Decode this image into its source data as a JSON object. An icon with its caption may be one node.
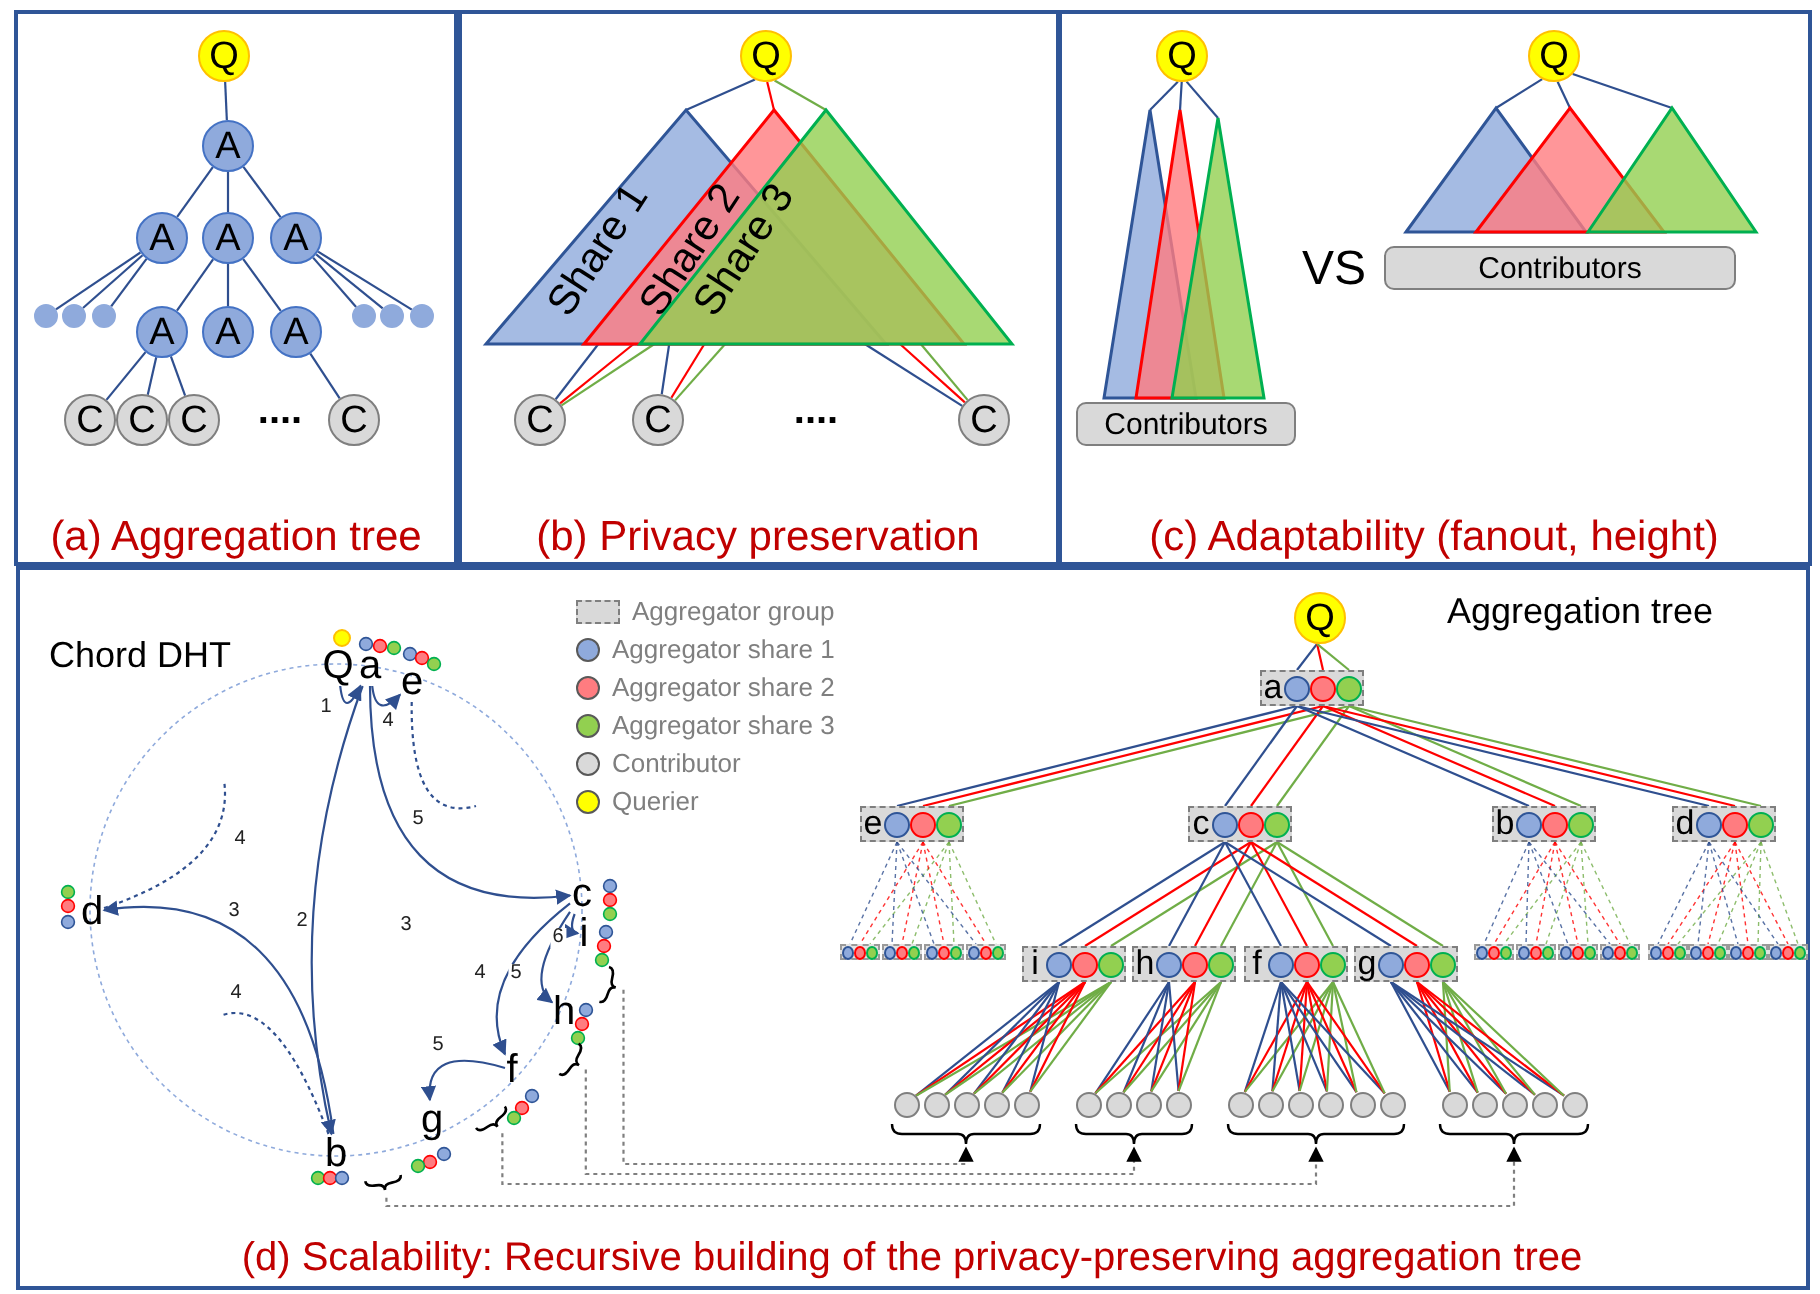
{
  "diagram": {
    "nodes": [
      {
        "text": [
          "(a) Aggregation tree"
        ]
      },
      {
        "text": [
          "(b) Privacy preservation"
        ]
      },
      {
        "text": [
          "(c) Adaptability (fanout, height)"
        ]
      },
      {
        "text": [
          "(d) Scalability: Recursive building of the privacy-preserving aggregation tree"
        ]
      },
      {
        "text": [
          "Q"
        ],
        "in": 0
      },
      {
        "text": [
          "A"
        ],
        "in": 0
      },
      {
        "text": [
          "A"
        ],
        "in": 0
      },
      {
        "text": [
          "A"
        ],
        "in": 0
      },
      {
        "text": [
          "A"
        ],
        "in": 0
      },
      {
        "text": [],
        "shape": "circle",
        "in": 0
      },
      {
        "text": [],
        "shape": "circle",
        "in": 0
      },
      {
        "text": [],
        "shape": "circle",
        "in": 0
      },
      {
        "text": [
          "A"
        ],
        "in": 0
      },
      {
        "text": [
          "A"
        ],
        "in": 0
      },
      {
        "text": [
          "A"
        ],
        "in": 0
      },
      {
        "text": [],
        "shape": "circle",
        "in": 0
      },
      {
        "text": [],
        "shape": "circle",
        "in": 0
      },
      {
        "text": [],
        "shape": "circle",
        "in": 0
      },
      {
        "text": [
          "C"
        ],
        "in": 0
      },
      {
        "text": [
          "C"
        ],
        "in": 0
      },
      {
        "text": [
          "C"
        ],
        "in": 0
      },
      {
        "text": [
          "C"
        ],
        "in": 0
      },
      {
        "text": [
          "Q"
        ],
        "in": 1
      },
      {
        "text": [
          "Share 1"
        ],
        "in": 1
      },
      {
        "text": [
          "Share 2"
        ],
        "in": 1
      },
      {
        "text": [
          "Share 3"
        ],
        "in": 1
      },
      {
        "text": [
          "C"
        ],
        "in": 1
      },
      {
        "text": [
          "C"
        ],
        "in": 1
      },
      {
        "text": [
          "C"
        ],
        "in": 1
      },
      {
        "text": [
          "Q"
        ],
        "in": 2
      },
      {
        "text": [],
        "shape": "triangle",
        "in": 2
      },
      {
        "text": [],
        "shape": "triangle",
        "in": 2
      },
      {
        "text": [],
        "shape": "triangle",
        "in": 2
      },
      {
        "text": [
          "Contributors"
        ],
        "in": 2
      },
      {
        "text": [
          "Q"
        ],
        "in": 2
      },
      {
        "text": [],
        "shape": "triangle",
        "in": 2
      },
      {
        "text": [],
        "shape": "triangle",
        "in": 2
      },
      {
        "text": [],
        "shape": "triangle",
        "in": 2
      },
      {
        "text": [
          "Contributors"
        ],
        "in": 2
      },
      {
        "text": [
          "Q"
        ],
        "in": 3
      },
      {
        "text": [
          "a"
        ],
        "in": 3
      },
      {
        "text": [
          "e"
        ],
        "in": 3
      },
      {
        "text": [
          "d"
        ],
        "in": 3
      },
      {
        "text": [
          "c"
        ],
        "in": 3
      },
      {
        "text": [
          "i"
        ],
        "in": 3
      },
      {
        "text": [
          "h"
        ],
        "in": 3
      },
      {
        "text": [
          "f"
        ],
        "in": 3
      },
      {
        "text": [
          "g"
        ],
        "in": 3
      },
      {
        "text": [
          "b"
        ],
        "in": 3
      },
      {
        "text": [
          "Q"
        ],
        "in": 3
      },
      {
        "text": [
          "a"
        ],
        "in": 3
      },
      {
        "text": [
          "e"
        ],
        "in": 3
      },
      {
        "text": [
          "c"
        ],
        "in": 3
      },
      {
        "text": [
          "b"
        ],
        "in": 3
      },
      {
        "text": [
          "d"
        ],
        "in": 3
      },
      {
        "text": [],
        "shape": "box",
        "in": 3
      },
      {
        "text": [],
        "shape": "box",
        "in": 3
      },
      {
        "text": [],
        "shape": "box",
        "in": 3
      },
      {
        "text": [],
        "shape": "box",
        "in": 3
      },
      {
        "text": [],
        "shape": "box",
        "in": 3
      },
      {
        "text": [],
        "shape": "box",
        "in": 3
      },
      {
        "text": [],
        "shape": "box",
        "in": 3
      },
      {
        "text": [],
        "shape": "box",
        "in": 3
      },
      {
        "text": [],
        "shape": "box",
        "in": 3
      },
      {
        "text": [],
        "shape": "box",
        "in": 3
      },
      {
        "text": [],
        "shape": "box",
        "in": 3
      },
      {
        "text": [],
        "shape": "box",
        "in": 3
      },
      {
        "text": [
          "i"
        ],
        "in": 3
      },
      {
        "text": [
          "h"
        ],
        "in": 3
      },
      {
        "text": [
          "f"
        ],
        "in": 3
      },
      {
        "text": [
          "g"
        ],
        "in": 3
      },
      {
        "text": [],
        "shape": "circle",
        "in": 3
      },
      {
        "text": [],
        "shape": "circle",
        "in": 3
      },
      {
        "text": [],
        "shape": "circle",
        "in": 3
      },
      {
        "text": [],
        "shape": "circle",
        "in": 3
      },
      {
        "text": [],
        "shape": "circle",
        "in": 3
      },
      {
        "text": [],
        "shape": "circle",
        "in": 3
      },
      {
        "text": [],
        "shape": "circle",
        "in": 3
      },
      {
        "text": [],
        "shape": "circle",
        "in": 3
      },
      {
        "text": [],
        "shape": "circle",
        "in": 3
      },
      {
        "text": [],
        "shape": "circle",
        "in": 3
      },
      {
        "text": [],
        "shape": "circle",
        "in": 3
      },
      {
        "text": [],
        "shape": "circle",
        "in": 3
      },
      {
        "text": [],
        "shape": "circle",
        "in": 3
      },
      {
        "text": [],
        "shape": "circle",
        "in": 3
      },
      {
        "text": [],
        "shape": "circle",
        "in": 3
      },
      {
        "text": [],
        "shape": "circle",
        "in": 3
      },
      {
        "text": [],
        "shape": "circle",
        "in": 3
      },
      {
        "text": [],
        "shape": "circle",
        "in": 3
      },
      {
        "text": [],
        "shape": "circle",
        "in": 3
      },
      {
        "text": [],
        "shape": "circle",
        "in": 3
      },
      {
        "text": [],
        "shape": "bracket",
        "in": 3
      },
      {
        "text": [],
        "shape": "bracket",
        "in": 3
      },
      {
        "text": [],
        "shape": "bracket",
        "in": 3
      },
      {
        "text": [],
        "shape": "bracket",
        "in": 3
      },
      {
        "text": [],
        "shape": "bracket",
        "in": 3
      },
      {
        "text": [],
        "shape": "bracket",
        "in": 3
      },
      {
        "text": [],
        "shape": "bracket",
        "in": 3
      },
      {
        "text": [],
        "shape": "bracket",
        "in": 3
      }
    ],
    "edges": [
      {
        "from": 4,
        "to": 5,
        "arrow": "none"
      },
      {
        "from": 5,
        "to": 6,
        "arrow": "none"
      },
      {
        "from": 5,
        "to": 7,
        "arrow": "none"
      },
      {
        "from": 5,
        "to": 8,
        "arrow": "none"
      },
      {
        "from": 6,
        "to": 9,
        "arrow": "none"
      },
      {
        "from": 6,
        "to": 10,
        "arrow": "none"
      },
      {
        "from": 6,
        "to": 11,
        "arrow": "none"
      },
      {
        "from": 7,
        "to": 12,
        "arrow": "none"
      },
      {
        "from": 7,
        "to": 13,
        "arrow": "none"
      },
      {
        "from": 7,
        "to": 14,
        "arrow": "none"
      },
      {
        "from": 8,
        "to": 15,
        "arrow": "none"
      },
      {
        "from": 8,
        "to": 16,
        "arrow": "none"
      },
      {
        "from": 8,
        "to": 17,
        "arrow": "none"
      },
      {
        "from": 12,
        "to": 18,
        "arrow": "none"
      },
      {
        "from": 12,
        "to": 19,
        "arrow": "none"
      },
      {
        "from": 12,
        "to": 20,
        "arrow": "none"
      },
      {
        "from": 14,
        "to": 21,
        "arrow": "none"
      },
      {
        "from": 22,
        "to": 23,
        "arrow": "none"
      },
      {
        "from": 22,
        "to": 24,
        "arrow": "none",
        "color": "#ff0000"
      },
      {
        "from": 22,
        "to": 25,
        "arrow": "none",
        "color": "#70ad47"
      },
      {
        "from": 23,
        "to": 26,
        "arrow": "none"
      },
      {
        "from": 24,
        "to": 26,
        "arrow": "none",
        "color": "#ff0000"
      },
      {
        "from": 25,
        "to": 26,
        "arrow": "none",
        "color": "#70ad47"
      },
      {
        "from": 23,
        "to": 27,
        "arrow": "none"
      },
      {
        "from": 24,
        "to": 27,
        "arrow": "none",
        "color": "#ff0000"
      },
      {
        "from": 25,
        "to": 27,
        "arrow": "none",
        "color": "#70ad47"
      },
      {
        "from": 23,
        "to": 28,
        "arrow": "none"
      },
      {
        "from": 24,
        "to": 28,
        "arrow": "none",
        "color": "#ff0000"
      },
      {
        "from": 25,
        "to": 28,
        "arrow": "none",
        "color": "#70ad47"
      },
      {
        "from": 29,
        "to": 30,
        "arrow": "none"
      },
      {
        "from": 29,
        "to": 31,
        "arrow": "none"
      },
      {
        "from": 29,
        "to": 32,
        "arrow": "none"
      },
      {
        "from": 34,
        "to": 35,
        "arrow": "none"
      },
      {
        "from": 34,
        "to": 36,
        "arrow": "none"
      },
      {
        "from": 34,
        "to": 37,
        "arrow": "none"
      },
      {
        "from": 39,
        "to": 40,
        "arrow": "to",
        "label": "1"
      },
      {
        "from": 40,
        "to": 41,
        "arrow": "to",
        "label": "4"
      },
      {
        "from": 40,
        "to": 48,
        "arrow": "to",
        "label": "2"
      },
      {
        "from": 40,
        "to": 43,
        "arrow": "to",
        "label": "3"
      },
      {
        "from": 48,
        "to": 42,
        "arrow": "to",
        "label": "3"
      },
      {
        "from": 43,
        "to": 46,
        "arrow": "to",
        "label": "4"
      },
      {
        "from": 43,
        "to": 45,
        "arrow": "to",
        "label": "5"
      },
      {
        "from": 43,
        "to": 44,
        "arrow": "to",
        "label": "6"
      },
      {
        "from": 46,
        "to": 47,
        "arrow": "to",
        "label": "5"
      },
      {
        "from": 41,
        "to": null,
        "arrow": "none",
        "label": "5",
        "style": "dashed"
      },
      {
        "from": 42,
        "to": null,
        "arrow": "none",
        "label": "4",
        "style": "dashed"
      },
      {
        "from": 48,
        "to": null,
        "arrow": "none",
        "label": "4",
        "style": "dashed"
      },
      {
        "from": 95,
        "to": 91,
        "arrow": "to",
        "style": "dashed",
        "color": "#7f7f7f"
      },
      {
        "from": 96,
        "to": 92,
        "arrow": "to",
        "style": "dashed",
        "color": "#7f7f7f"
      },
      {
        "from": 97,
        "to": 93,
        "arrow": "to",
        "style": "dashed",
        "color": "#7f7f7f"
      },
      {
        "from": 98,
        "to": 94,
        "arrow": "to",
        "style": "dashed",
        "color": "#7f7f7f"
      },
      {
        "from": 49,
        "to": 50,
        "arrow": "none"
      },
      {
        "from": 49,
        "to": 50,
        "arrow": "none",
        "color": "#ff0000"
      },
      {
        "from": 49,
        "to": 50,
        "arrow": "none",
        "color": "#70ad47"
      },
      {
        "from": 50,
        "to": 51,
        "arrow": "none"
      },
      {
        "from": 50,
        "to": 51,
        "arrow": "none",
        "color": "#ff0000"
      },
      {
        "from": 50,
        "to": 51,
        "arrow": "none",
        "color": "#70ad47"
      },
      {
        "from": 50,
        "to": 52,
        "arrow": "none"
      },
      {
        "from": 50,
        "to": 52,
        "arrow": "none",
        "color": "#ff0000"
      },
      {
        "from": 50,
        "to": 52,
        "arrow": "none",
        "color": "#70ad47"
      },
      {
        "from": 50,
        "to": 53,
        "arrow": "none"
      },
      {
        "from": 50,
        "to": 53,
        "arrow": "none",
        "color": "#ff0000"
      },
      {
        "from": 50,
        "to": 53,
        "arrow": "none",
        "color": "#70ad47"
      },
      {
        "from": 50,
        "to": 54,
        "arrow": "none"
      },
      {
        "from": 50,
        "to": 54,
        "arrow": "none",
        "color": "#ff0000"
      },
      {
        "from": 50,
        "to": 54,
        "arrow": "none",
        "color": "#70ad47"
      },
      {
        "from": 51,
        "to": 55,
        "arrow": "none",
        "style": "dashed"
      },
      {
        "from": 51,
        "to": 55,
        "arrow": "none",
        "style": "dashed",
        "color": "#ff0000"
      },
      {
        "from": 51,
        "to": 55,
        "arrow": "none",
        "style": "dashed",
        "color": "#70ad47"
      },
      {
        "from": 51,
        "to": 56,
        "arrow": "none",
        "style": "dashed"
      },
      {
        "from": 51,
        "to": 56,
        "arrow": "none",
        "style": "dashed",
        "color": "#ff0000"
      },
      {
        "from": 51,
        "to": 56,
        "arrow": "none",
        "style": "dashed",
        "color": "#70ad47"
      },
      {
        "from": 51,
        "to": 57,
        "arrow": "none",
        "style": "dashed"
      },
      {
        "from": 51,
        "to": 57,
        "arrow": "none",
        "style": "dashed",
        "color": "#ff0000"
      },
      {
        "from": 51,
        "to": 57,
        "arrow": "none",
        "style": "dashed",
        "color": "#70ad47"
      },
      {
        "from": 51,
        "to": 58,
        "arrow": "none",
        "style": "dashed"
      },
      {
        "from": 51,
        "to": 58,
        "arrow": "none",
        "style": "dashed",
        "color": "#ff0000"
      },
      {
        "from": 51,
        "to": 58,
        "arrow": "none",
        "style": "dashed",
        "color": "#70ad47"
      },
      {
        "from": 53,
        "to": 59,
        "arrow": "none",
        "style": "dashed"
      },
      {
        "from": 53,
        "to": 59,
        "arrow": "none",
        "style": "dashed",
        "color": "#ff0000"
      },
      {
        "from": 53,
        "to": 59,
        "arrow": "none",
        "style": "dashed",
        "color": "#70ad47"
      },
      {
        "from": 53,
        "to": 60,
        "arrow": "none",
        "style": "dashed"
      },
      {
        "from": 53,
        "to": 60,
        "arrow": "none",
        "style": "dashed",
        "color": "#ff0000"
      },
      {
        "from": 53,
        "to": 60,
        "arrow": "none",
        "style": "dashed",
        "color": "#70ad47"
      },
      {
        "from": 53,
        "to": 61,
        "arrow": "none",
        "style": "dashed"
      },
      {
        "from": 53,
        "to": 61,
        "arrow": "none",
        "style": "dashed",
        "color": "#ff0000"
      },
      {
        "from": 53,
        "to": 61,
        "arrow": "none",
        "style": "dashed",
        "color": "#70ad47"
      },
      {
        "from": 53,
        "to": 62,
        "arrow": "none",
        "style": "dashed"
      },
      {
        "from": 53,
        "to": 62,
        "arrow": "none",
        "style": "dashed",
        "color": "#ff0000"
      },
      {
        "from": 53,
        "to": 62,
        "arrow": "none",
        "style": "dashed",
        "color": "#70ad47"
      },
      {
        "from": 54,
        "to": 63,
        "arrow": "none",
        "style": "dashed"
      },
      {
        "from": 54,
        "to": 63,
        "arrow": "none",
        "style": "dashed",
        "color": "#ff0000"
      },
      {
        "from": 54,
        "to": 63,
        "arrow": "none",
        "style": "dashed",
        "color": "#70ad47"
      },
      {
        "from": 54,
        "to": 64,
        "arrow": "none",
        "style": "dashed"
      },
      {
        "from": 54,
        "to": 64,
        "arrow": "none",
        "style": "dashed",
        "color": "#ff0000"
      },
      {
        "from": 54,
        "to": 64,
        "arrow": "none",
        "style": "dashed",
        "color": "#70ad47"
      },
      {
        "from": 54,
        "to": 65,
        "arrow": "none",
        "style": "dashed"
      },
      {
        "from": 54,
        "to": 65,
        "arrow": "none",
        "style": "dashed",
        "color": "#ff0000"
      },
      {
        "from": 54,
        "to": 65,
        "arrow": "none",
        "style": "dashed",
        "color": "#70ad47"
      },
      {
        "from": 54,
        "to": 66,
        "arrow": "none",
        "style": "dashed"
      },
      {
        "from": 54,
        "to": 66,
        "arrow": "none",
        "style": "dashed",
        "color": "#ff0000"
      },
      {
        "from": 54,
        "to": 66,
        "arrow": "none",
        "style": "dashed",
        "color": "#70ad47"
      },
      {
        "from": 52,
        "to": 67,
        "arrow": "none"
      },
      {
        "from": 52,
        "to": 67,
        "arrow": "none",
        "color": "#ff0000"
      },
      {
        "from": 52,
        "to": 67,
        "arrow": "none",
        "color": "#70ad47"
      },
      {
        "from": 52,
        "to": 68,
        "arrow": "none"
      },
      {
        "from": 52,
        "to": 68,
        "arrow": "none",
        "color": "#ff0000"
      },
      {
        "from": 52,
        "to": 68,
        "arrow": "none",
        "color": "#70ad47"
      },
      {
        "from": 52,
        "to": 69,
        "arrow": "none"
      },
      {
        "from": 52,
        "to": 69,
        "arrow": "none",
        "color": "#ff0000"
      },
      {
        "from": 52,
        "to": 69,
        "arrow": "none",
        "color": "#70ad47"
      },
      {
        "from": 52,
        "to": 70,
        "arrow": "none"
      },
      {
        "from": 52,
        "to": 70,
        "arrow": "none",
        "color": "#ff0000"
      },
      {
        "from": 52,
        "to": 70,
        "arrow": "none",
        "color": "#70ad47"
      },
      {
        "from": 67,
        "to": 71,
        "arrow": "none"
      },
      {
        "from": 67,
        "to": 71,
        "arrow": "none",
        "color": "#ff0000"
      },
      {
        "from": 67,
        "to": 71,
        "arrow": "none",
        "color": "#70ad47"
      },
      {
        "from": 67,
        "to": 72,
        "arrow": "none"
      },
      {
        "from": 67,
        "to": 72,
        "arrow": "none",
        "color": "#ff0000"
      },
      {
        "from": 67,
        "to": 72,
        "arrow": "none",
        "color": "#70ad47"
      },
      {
        "from": 67,
        "to": 73,
        "arrow": "none"
      },
      {
        "from": 67,
        "to": 73,
        "arrow": "none",
        "color": "#ff0000"
      },
      {
        "from": 67,
        "to": 73,
        "arrow": "none",
        "color": "#70ad47"
      },
      {
        "from": 67,
        "to": 74,
        "arrow": "none"
      },
      {
        "from": 67,
        "to": 74,
        "arrow": "none",
        "color": "#ff0000"
      },
      {
        "from": 67,
        "to": 74,
        "arrow": "none",
        "color": "#70ad47"
      },
      {
        "from": 67,
        "to": 75,
        "arrow": "none"
      },
      {
        "from": 67,
        "to": 75,
        "arrow": "none",
        "color": "#ff0000"
      },
      {
        "from": 67,
        "to": 75,
        "arrow": "none",
        "color": "#70ad47"
      },
      {
        "from": 68,
        "to": 76,
        "arrow": "none"
      },
      {
        "from": 68,
        "to": 76,
        "arrow": "none",
        "color": "#ff0000"
      },
      {
        "from": 68,
        "to": 76,
        "arrow": "none",
        "color": "#70ad47"
      },
      {
        "from": 68,
        "to": 77,
        "arrow": "none"
      },
      {
        "from": 68,
        "to": 77,
        "arrow": "none",
        "color": "#ff0000"
      },
      {
        "from": 68,
        "to": 77,
        "arrow": "none",
        "color": "#70ad47"
      },
      {
        "from": 68,
        "to": 78,
        "arrow": "none"
      },
      {
        "from": 68,
        "to": 78,
        "arrow": "none",
        "color": "#ff0000"
      },
      {
        "from": 68,
        "to": 78,
        "arrow": "none",
        "color": "#70ad47"
      },
      {
        "from": 68,
        "to": 79,
        "arrow": "none"
      },
      {
        "from": 68,
        "to": 79,
        "arrow": "none",
        "color": "#ff0000"
      },
      {
        "from": 68,
        "to": 79,
        "arrow": "none",
        "color": "#70ad47"
      },
      {
        "from": 69,
        "to": 80,
        "arrow": "none"
      },
      {
        "from": 69,
        "to": 80,
        "arrow": "none",
        "color": "#ff0000"
      },
      {
        "from": 69,
        "to": 80,
        "arrow": "none",
        "color": "#70ad47"
      },
      {
        "from": 69,
        "to": 81,
        "arrow": "none"
      },
      {
        "from": 69,
        "to": 81,
        "arrow": "none",
        "color": "#ff0000"
      },
      {
        "from": 69,
        "to": 81,
        "arrow": "none",
        "color": "#70ad47"
      },
      {
        "from": 69,
        "to": 82,
        "arrow": "none"
      },
      {
        "from": 69,
        "to": 82,
        "arrow": "none",
        "color": "#ff0000"
      },
      {
        "from": 69,
        "to": 82,
        "arrow": "none",
        "color": "#70ad47"
      },
      {
        "from": 69,
        "to": 83,
        "arrow": "none"
      },
      {
        "from": 69,
        "to": 83,
        "arrow": "none",
        "color": "#ff0000"
      },
      {
        "from": 69,
        "to": 83,
        "arrow": "none",
        "color": "#70ad47"
      },
      {
        "from": 69,
        "to": 84,
        "arrow": "none"
      },
      {
        "from": 69,
        "to": 84,
        "arrow": "none",
        "color": "#ff0000"
      },
      {
        "from": 69,
        "to": 84,
        "arrow": "none",
        "color": "#70ad47"
      },
      {
        "from": 69,
        "to": 85,
        "arrow": "none"
      },
      {
        "from": 69,
        "to": 85,
        "arrow": "none",
        "color": "#ff0000"
      },
      {
        "from": 69,
        "to": 85,
        "arrow": "none",
        "color": "#70ad47"
      },
      {
        "from": 70,
        "to": 86,
        "arrow": "none"
      },
      {
        "from": 70,
        "to": 86,
        "arrow": "none",
        "color": "#ff0000"
      },
      {
        "from": 70,
        "to": 86,
        "arrow": "none",
        "color": "#70ad47"
      },
      {
        "from": 70,
        "to": 87,
        "arrow": "none"
      },
      {
        "from": 70,
        "to": 87,
        "arrow": "none",
        "color": "#ff0000"
      },
      {
        "from": 70,
        "to": 87,
        "arrow": "none",
        "color": "#70ad47"
      },
      {
        "from": 70,
        "to": 88,
        "arrow": "none"
      },
      {
        "from": 70,
        "to": 88,
        "arrow": "none",
        "color": "#ff0000"
      },
      {
        "from": 70,
        "to": 88,
        "arrow": "none",
        "color": "#70ad47"
      },
      {
        "from": 70,
        "to": 89,
        "arrow": "none"
      },
      {
        "from": 70,
        "to": 89,
        "arrow": "none",
        "color": "#ff0000"
      },
      {
        "from": 70,
        "to": 89,
        "arrow": "none",
        "color": "#70ad47"
      },
      {
        "from": 70,
        "to": 90,
        "arrow": "none"
      },
      {
        "from": 70,
        "to": 90,
        "arrow": "none",
        "color": "#ff0000"
      },
      {
        "from": 70,
        "to": 90,
        "arrow": "none",
        "color": "#70ad47"
      }
    ],
    "labels": [
      "....",
      "....",
      "VS",
      "Chord DHT",
      "Aggregation tree"
    ],
    "legend": [
      {
        "text": "Aggregator group"
      },
      {
        "text": "Aggregator share 1",
        "color": "#8faadc"
      },
      {
        "text": "Aggregator share 2",
        "color": "#ff7c80"
      },
      {
        "text": "Aggregator share 3",
        "color": "#92d050"
      },
      {
        "text": "Contributor",
        "color": "#d9d9d9"
      },
      {
        "text": "Querier",
        "color": "#ffff00"
      }
    ]
  }
}
